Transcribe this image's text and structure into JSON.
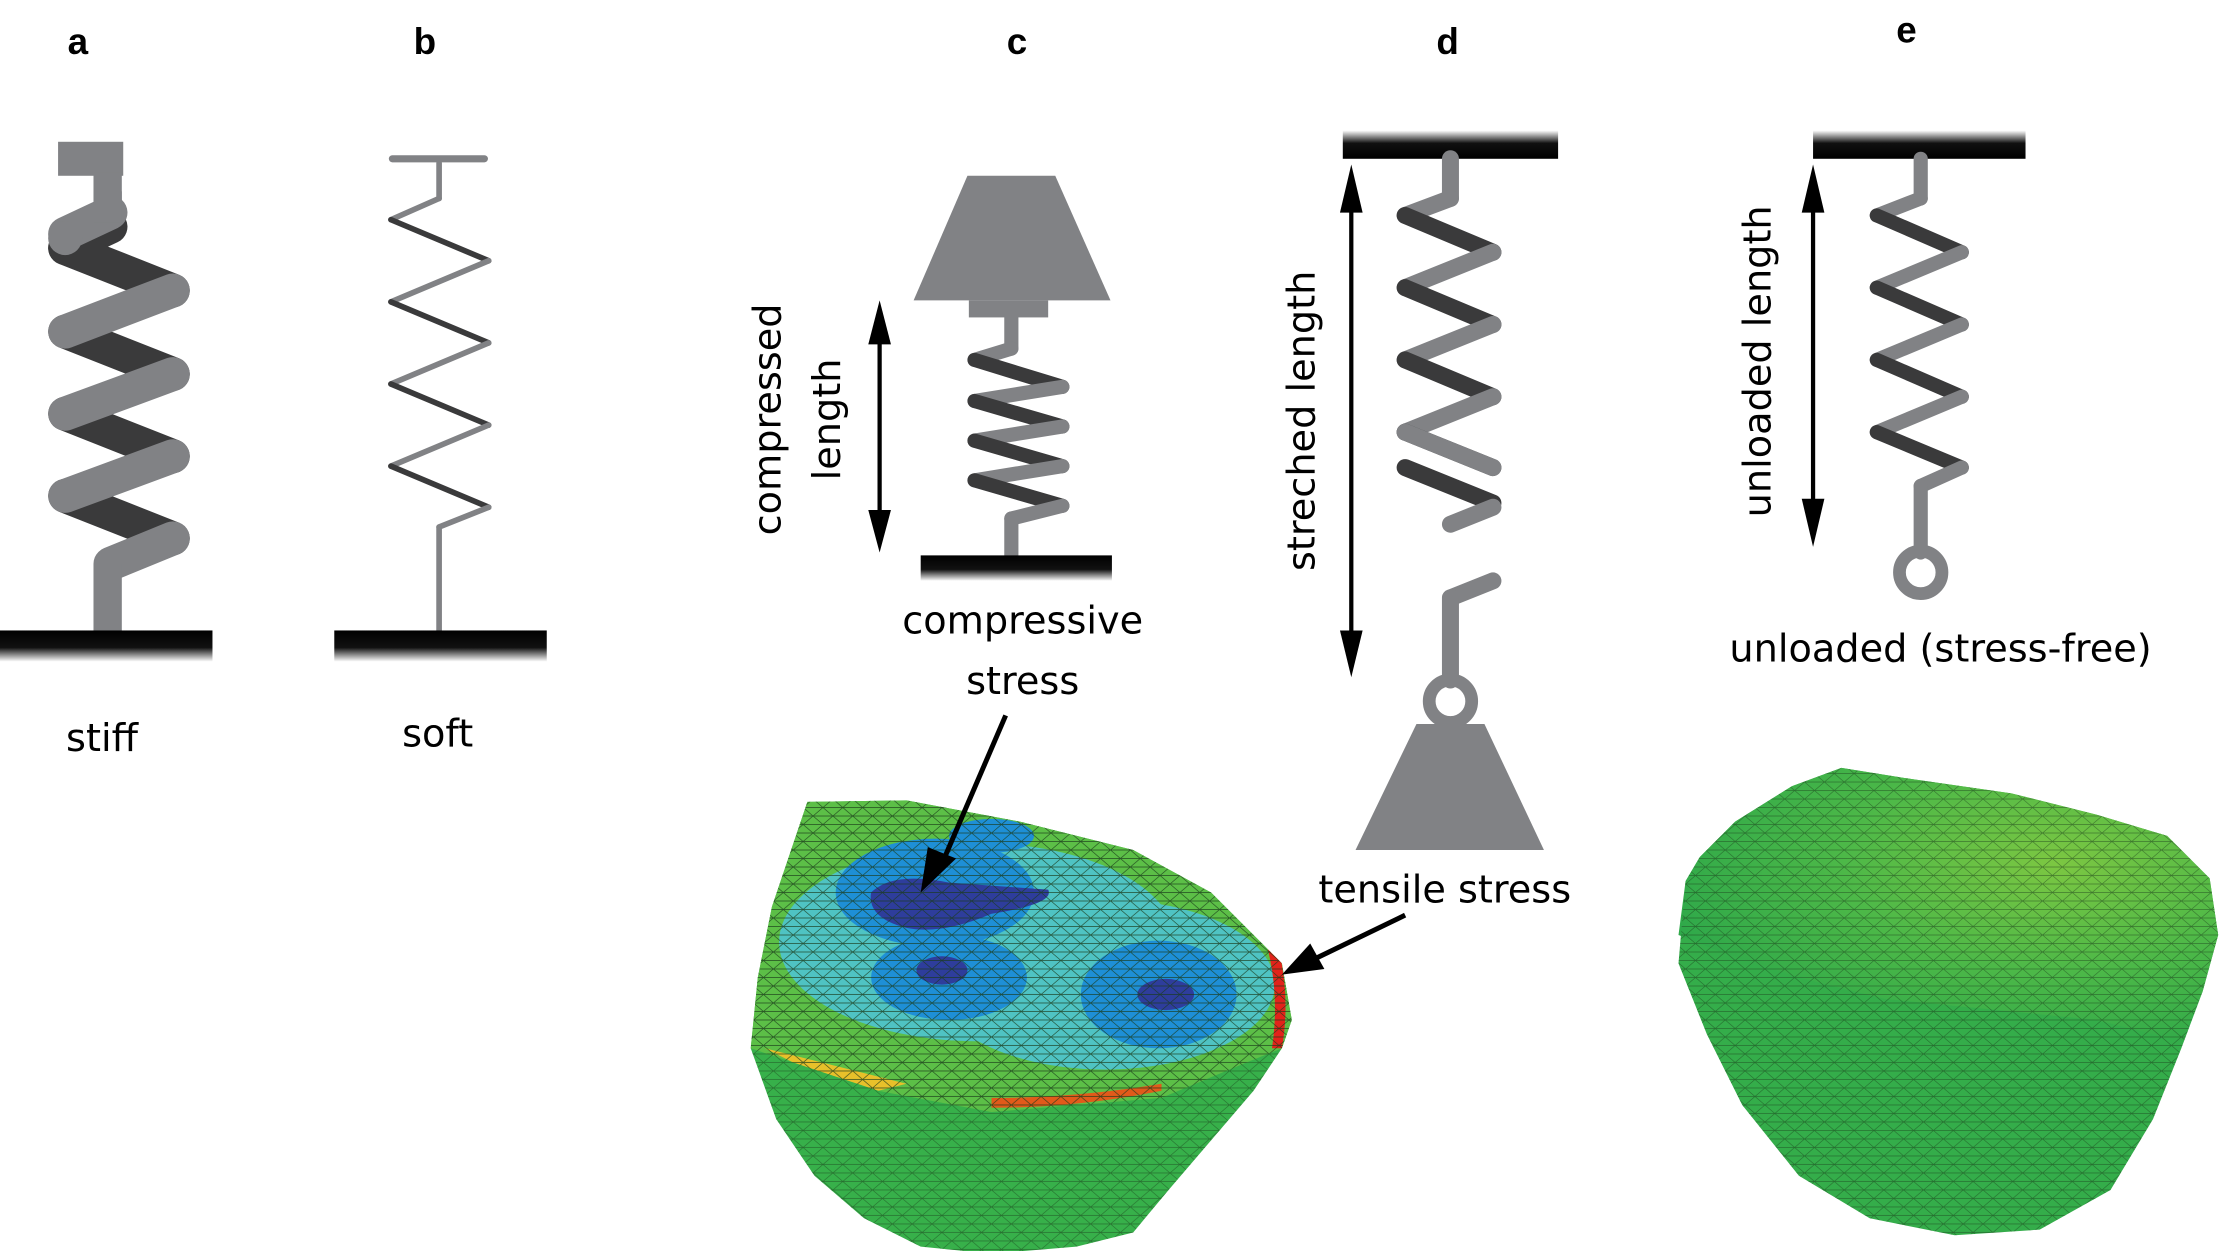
{
  "panels": {
    "a": {
      "label": "a",
      "caption": "stiff"
    },
    "b": {
      "label": "b",
      "caption": "soft"
    },
    "c": {
      "label": "c",
      "dimension_label_line1": "compressed",
      "dimension_label_line2": "length",
      "caption_line1": "compressive",
      "caption_line2": "stress"
    },
    "d": {
      "label": "d",
      "dimension_label": "streched length",
      "caption": "tensile stress"
    },
    "e": {
      "label": "e",
      "dimension_label": "unloaded length",
      "caption": "unloaded (stress-free)"
    }
  },
  "colors": {
    "spring_light": "#818285",
    "spring_dark": "#3a3a3b",
    "weight": "#818285",
    "mesh_green": "#3cb54a",
    "stress_low": "#2e3d9c",
    "stress_mid": "#1e8fd6",
    "stress_cyan": "#4fc3c3",
    "stress_high": "#e2231a",
    "stress_yellow": "#e8e82a"
  }
}
